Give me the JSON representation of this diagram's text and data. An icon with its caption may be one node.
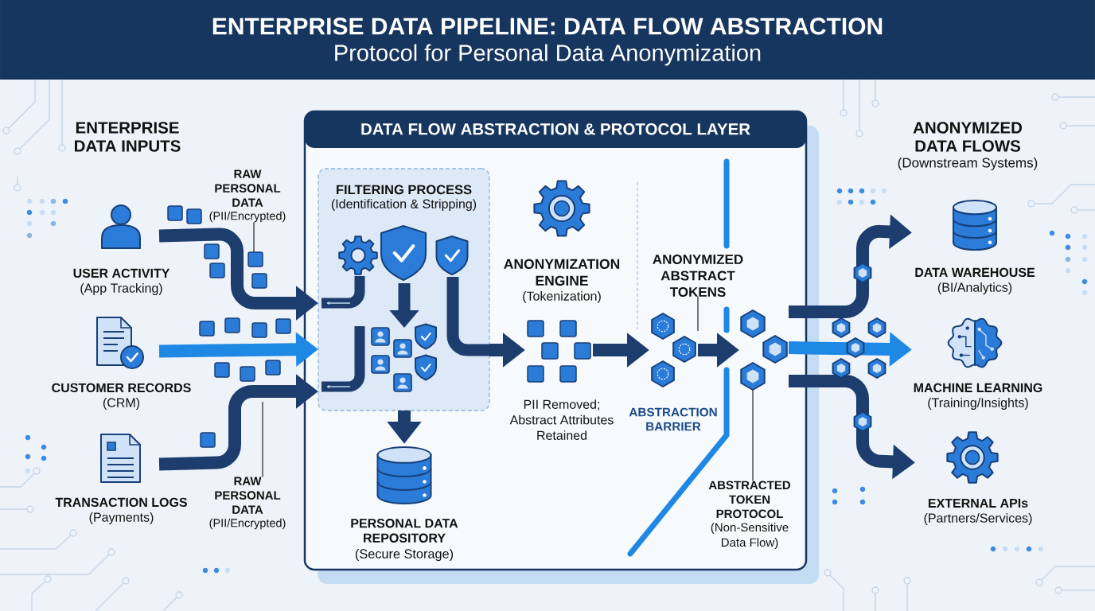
{
  "diagram": {
    "title": "ENTERPRISE DATA PIPELINE: DATA FLOW ABSTRACTION",
    "nodes": [
      {
        "text": [
          "USER ACTIVITY",
          "(App Tracking)"
        ]
      },
      {
        "text": [
          "CUSTOMER RECORDS",
          "(CRM)"
        ]
      },
      {
        "text": [
          "TRANSACTION LOGS",
          "(Payments)"
        ]
      },
      {
        "text": [
          "RAW PERSONAL DATA",
          "(PII/Encrypted)"
        ]
      },
      {
        "text": [],
        "shape": "box"
      },
      {
        "text": [],
        "shape": "box"
      },
      {
        "text": [],
        "shape": "box"
      },
      {
        "text": [],
        "shape": "box"
      },
      {
        "text": [],
        "shape": "box"
      },
      {
        "text": [],
        "shape": "box"
      },
      {
        "text": [],
        "shape": "box"
      },
      {
        "text": [],
        "shape": "box"
      },
      {
        "text": [],
        "shape": "box"
      },
      {
        "text": [],
        "shape": "box"
      },
      {
        "text": [],
        "shape": "box"
      },
      {
        "text": [],
        "shape": "box"
      },
      {
        "text": [],
        "shape": "box"
      },
      {
        "text": [],
        "shape": "box"
      },
      {
        "text": [
          "RAW PERSONAL DATA",
          "(PII/Encrypted)"
        ]
      },
      {
        "text": [
          "DATA FLOW ABSTRACTION & PROTOCOL LAYER"
        ]
      },
      {
        "text": [
          "FILTERING PROCESS",
          "(Identification & Stripping)"
        ],
        "in": 19
      },
      {
        "text": [
          "PERSONAL DATA REPOSITORY",
          "(Secure Storage)"
        ],
        "in": 19
      },
      {
        "text": [
          "ANONYMIZATION ENGINE",
          "(Tokenization)"
        ],
        "in": 19
      },
      {
        "text": [],
        "shape": "picture",
        "beside": [
          "PII Removed; Abstract Attributes Retained"
        ],
        "in": 19
      },
      {
        "text": [],
        "shape": "picture",
        "in": 19
      },
      {
        "text": [
          "ANONYMIZED ABSTRACT TOKENS"
        ],
        "in": 19
      },
      {
        "text": [],
        "shape": "picture",
        "in": 19
      },
      {
        "text": [
          "ABSTRACTED TOKEN PROTOCOL",
          "(Non-Sensitive Data Flow)"
        ],
        "in": 19
      },
      {
        "text": [
          "DATA WAREHOUSE",
          "(BI/Analytics)"
        ]
      },
      {
        "text": [
          "MACHINE LEARNING",
          "(Training/Insights)"
        ]
      },
      {
        "text": [
          "EXTERNAL APIs",
          "(Partners/Services)"
        ]
      }
    ],
    "edges": [
      {
        "from": 0,
        "to": 20,
        "arrow": "to"
      },
      {
        "from": 1,
        "to": 20,
        "arrow": "to",
        "color": "#1e88e5"
      },
      {
        "from": 2,
        "to": 20,
        "arrow": "to"
      },
      {
        "from": 3,
        "to": 8,
        "arrow": "none",
        "color": "#333333"
      },
      {
        "from": 18,
        "to": null,
        "arrow": "none",
        "color": "#333333"
      },
      {
        "from": 20,
        "to": 21,
        "arrow": "to"
      },
      {
        "from": 20,
        "to": 23,
        "arrow": "to"
      },
      {
        "from": 23,
        "to": 24,
        "arrow": "to"
      },
      {
        "from": 24,
        "to": 26,
        "arrow": "to"
      },
      {
        "from": 25,
        "to": 24,
        "arrow": "none",
        "color": "#333333"
      },
      {
        "from": 27,
        "to": 26,
        "arrow": "none",
        "color": "#333333"
      },
      {
        "from": 26,
        "to": 28,
        "arrow": "to"
      },
      {
        "from": 26,
        "to": 29,
        "arrow": "to",
        "color": "#1e88e5"
      },
      {
        "from": 26,
        "to": 30,
        "arrow": "to"
      }
    ],
    "labels": [
      "Protocol for Personal Data Anonymization",
      "ENTERPRISE DATA INPUTS",
      "ANONYMIZED DATA FLOWS",
      "(Downstream Systems)",
      "ABSTRACTION BARRIER"
    ]
  }
}
